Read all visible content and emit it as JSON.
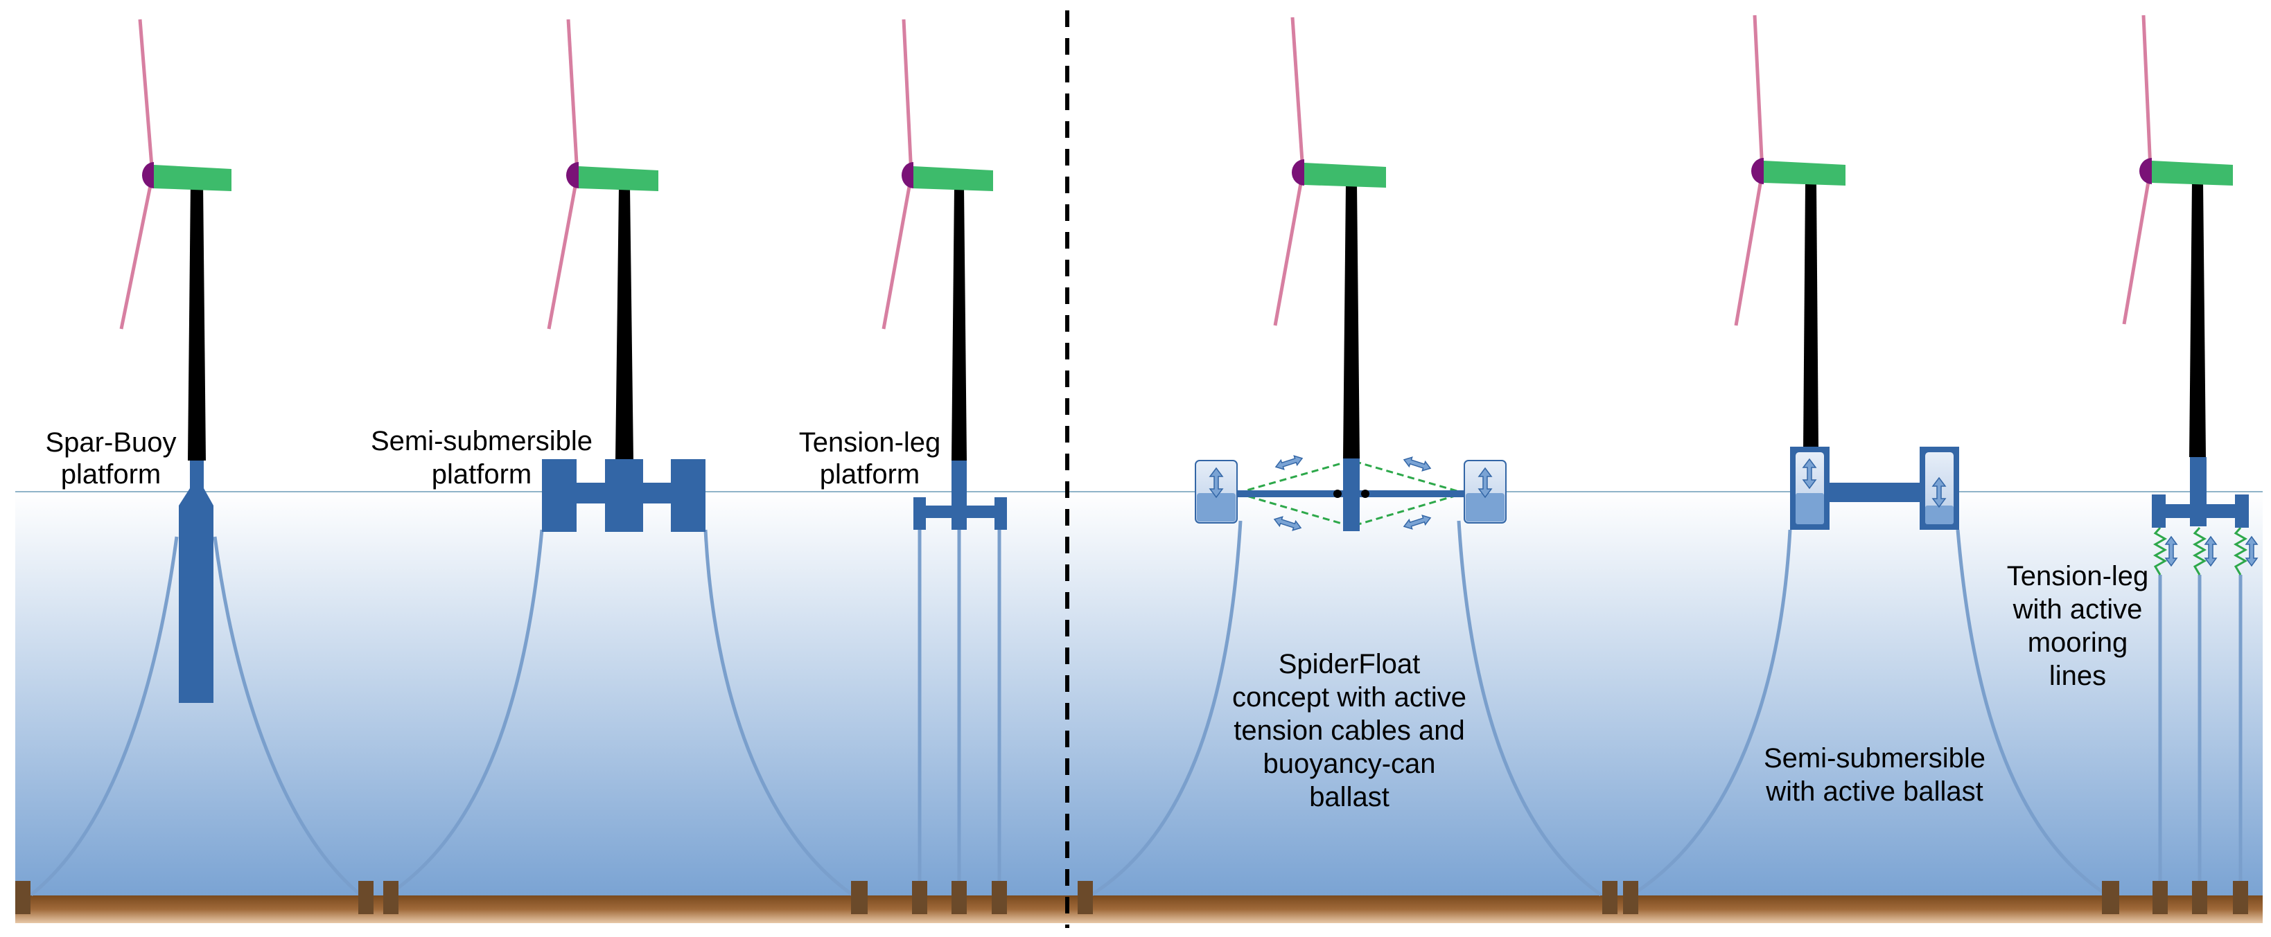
{
  "colors": {
    "blade": "#d77fa1",
    "hub": "#7a1277",
    "nacelle": "#3dbb6b",
    "tower": "#000000",
    "platform": "#3366a6",
    "mooring": "#7a9fcc",
    "can": "#c8d9ee",
    "can_fill": "#7aa3d4",
    "cable": "#2da84a",
    "anchor": "#6b4a2a",
    "seabed": "#8a5a2b",
    "water_top": "#ffffff",
    "water_bottom": "#7aa3d3",
    "divider": "#000000"
  },
  "labels": {
    "spar": [
      "Spar-Buoy",
      "platform"
    ],
    "semi": [
      "Semi-submersible",
      "platform"
    ],
    "tlp": [
      "Tension-leg",
      "platform"
    ],
    "spider": [
      "SpiderFloat",
      "concept with active",
      "tension cables and",
      "buoyancy-can",
      "ballast"
    ],
    "semi_active": [
      "Semi-submersible",
      "with active ballast"
    ],
    "tlp_active": [
      "Tension-leg",
      "with active",
      "mooring",
      "lines"
    ]
  },
  "turbines": [
    {
      "id": "spar-buoy",
      "platform": "spar",
      "active": false
    },
    {
      "id": "semi-submersible",
      "platform": "semi",
      "active": false
    },
    {
      "id": "tension-leg",
      "platform": "tlp",
      "active": false
    },
    {
      "id": "spiderfloat",
      "platform": "spider",
      "active": true
    },
    {
      "id": "semi-submersible-active",
      "platform": "semi-active",
      "active": true
    },
    {
      "id": "tension-leg-active",
      "platform": "tlp-active",
      "active": true
    }
  ]
}
